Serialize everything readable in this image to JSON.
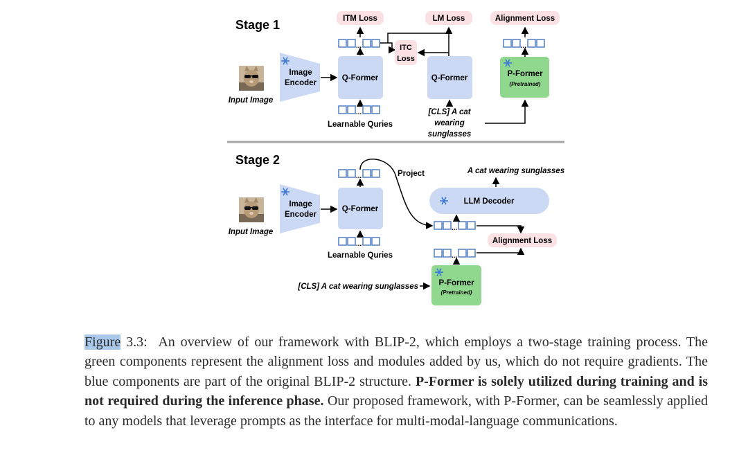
{
  "figure": {
    "stage1": {
      "title": "Stage 1",
      "input_label": "Input Image",
      "image_encoder": [
        "Image",
        "Encoder"
      ],
      "qformer": "Q-Former",
      "qformer2": "Q-Former",
      "pformer": "P-Former",
      "pformer_note": "(Pretrained)",
      "itm_loss": "ITM Loss",
      "lm_loss": "LM Loss",
      "alignment_loss": "Alignment Loss",
      "itc_loss": [
        "ITC",
        "Loss"
      ],
      "learnable_queries": "Learnable Quries",
      "text_input": [
        "[CLS] A cat",
        "wearing",
        "sunglasses"
      ]
    },
    "stage2": {
      "title": "Stage 2",
      "input_label": "Input Image",
      "image_encoder": [
        "Image",
        "Encoder"
      ],
      "qformer": "Q-Former",
      "learnable_queries": "Learnable Quries",
      "project": "Project",
      "output_text": "A cat wearing sunglasses",
      "llm_decoder": "LLM Decoder",
      "alignment_loss": "Alignment Loss",
      "pformer": "P-Former",
      "pformer_note": "(Pretrained)",
      "cls_text": "[CLS] A cat wearing sunglasses"
    },
    "colors": {
      "blue_module": "#ccd9f5",
      "green_module": "#90d88e",
      "loss_pill": "#fbe0e4",
      "token_border": "#5b86c8",
      "divider": "#a6a6a6"
    }
  },
  "caption": {
    "label": "Figure",
    "number": "3.3:",
    "text1": "An overview of our framework with BLIP-2, which employs a two-stage training process. The green components represent the alignment loss and modules added by us, which do not require gradients. The blue components are part of the original BLIP-2 structure.",
    "bold": "P-Former is solely utilized during training and is not required during the inference phase.",
    "text2": "Our proposed framework, with P-Former, can be seamlessly applied to any models that leverage prompts as the interface for multi-modal-language communications."
  }
}
